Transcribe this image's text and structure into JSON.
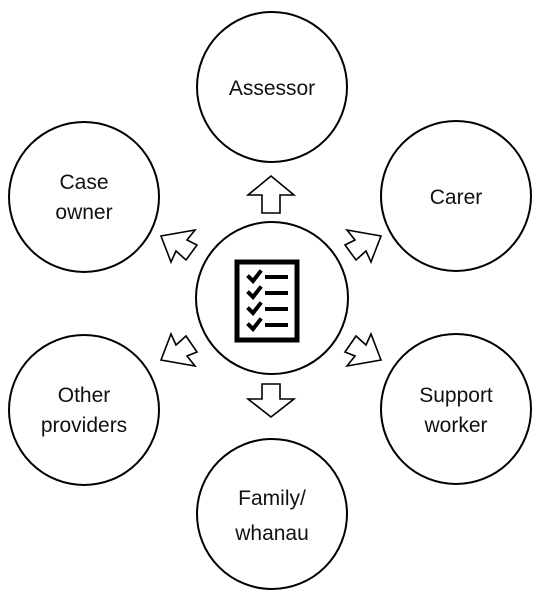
{
  "center": {
    "icon": "checklist-icon"
  },
  "nodes": {
    "assessor": {
      "lines": [
        "Assessor"
      ]
    },
    "carer": {
      "lines": [
        "Carer"
      ]
    },
    "support_worker": {
      "lines": [
        "Support",
        "worker"
      ]
    },
    "family_whanau": {
      "lines": [
        "Family/",
        "whanau"
      ]
    },
    "other_providers": {
      "lines": [
        "Other",
        "providers"
      ]
    },
    "case_owner": {
      "lines": [
        "Case",
        "owner"
      ]
    }
  }
}
